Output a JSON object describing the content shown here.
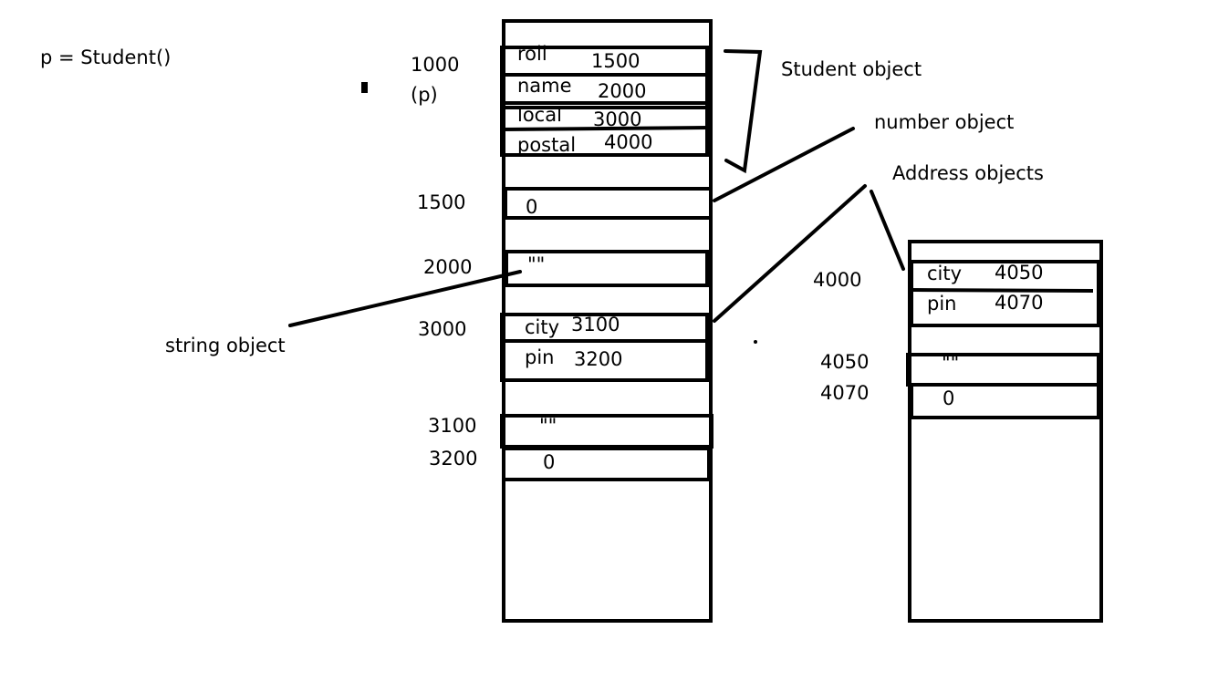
{
  "statement": "p = Student()",
  "addresses": {
    "a1000": "1000",
    "p_label": "(p)",
    "a1500": "1500",
    "a2000": "2000",
    "a3000": "3000",
    "a3100": "3100",
    "a3200": "3200",
    "a4000": "4000",
    "a4050": "4050",
    "a4070": "4070"
  },
  "student": {
    "roll_field": "roll",
    "roll_value": "1500",
    "name_field": "name",
    "name_value": "2000",
    "local_field": "local",
    "local_value": "3000",
    "postal_field": "postal",
    "postal_value": "4000"
  },
  "number_obj_1500": "0",
  "string_obj_2000": "\"\"",
  "address_local": {
    "city_field": "city",
    "city_value": "3100",
    "pin_field": "pin",
    "pin_value": "3200"
  },
  "string_obj_3100": "\"\"",
  "number_obj_3200": "0",
  "address_postal": {
    "city_field": "city",
    "city_value": "4050",
    "pin_field": "pin",
    "pin_value": "4070"
  },
  "string_obj_4050": "\"\"",
  "number_obj_4070": "0",
  "labels": {
    "student_object": "Student object",
    "number_object": "number object",
    "address_objects": "Address objects",
    "string_object": "string object"
  }
}
